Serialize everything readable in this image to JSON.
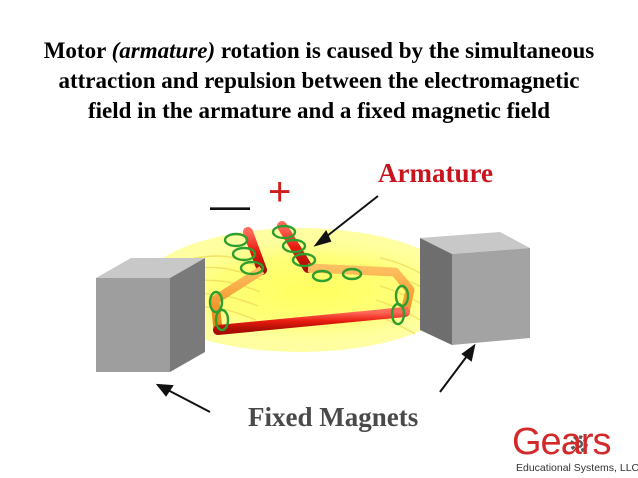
{
  "title": {
    "part1": "Motor ",
    "emphasis": "(armature)",
    "part2": " rotation is caused by the simultaneous",
    "line2": "attraction and repulsion between the electromagnetic",
    "line3": "field in the armature and a fixed magnetic field"
  },
  "labels": {
    "armature": "Armature",
    "fixed_magnets": "Fixed Magnets",
    "plus": "+",
    "minus": "—"
  },
  "logo": {
    "brand": "Gears",
    "subtitle": "Educational Systems, LLC"
  },
  "colors": {
    "accent_red": "#c8141e",
    "field_yellow": "#ffff66",
    "magnet_gray": "#9a9a9a",
    "coil_green": "#2e9e2e"
  },
  "icons": [
    "arrow-armature",
    "arrow-magnet-left",
    "arrow-magnet-right",
    "gear-icon"
  ]
}
